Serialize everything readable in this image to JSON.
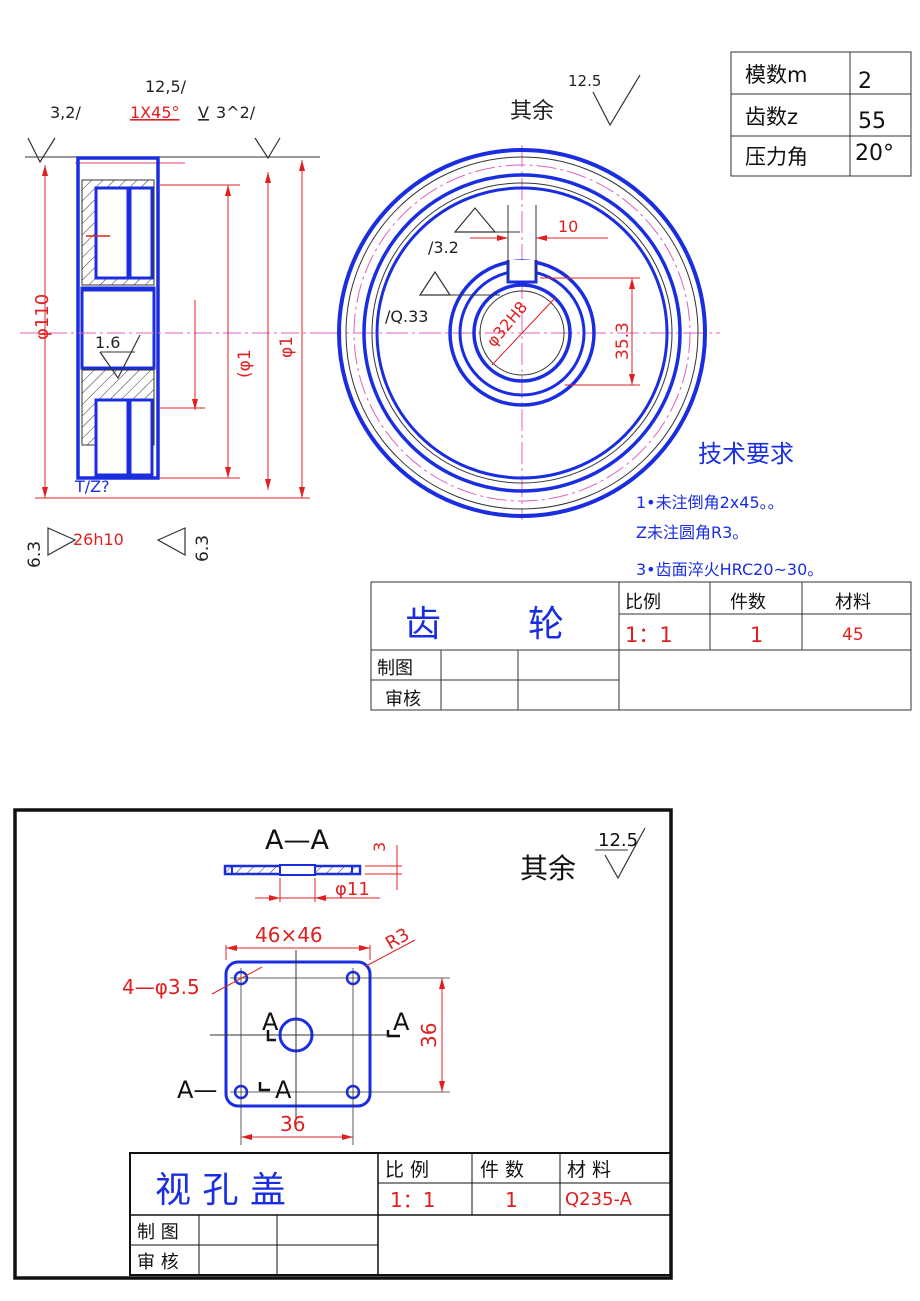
{
  "gear": {
    "roughness_top": {
      "r1": "12,5/",
      "r2": "3,2/",
      "chamfer": "1X45°",
      "v": "V",
      "r3": "3^2/"
    },
    "rest_label": "其余",
    "rest_value": "12.5",
    "params": [
      {
        "label": "模数m",
        "value": "2"
      },
      {
        "label": "齿数z",
        "value": "55"
      },
      {
        "label": "压力角",
        "value": "20°"
      }
    ],
    "side_dims": {
      "d110": "φ110",
      "d1a": "(φ1",
      "d1b": "φ1",
      "r16": "1.6",
      "tz": "T/Z?",
      "h26": "26h10",
      "r63a": "6.3",
      "r63b": "6.3"
    },
    "front_dims": {
      "r32": "/3.2",
      "q33": "/Q.33",
      "w10": "10",
      "bore": "φ32H8",
      "key": "35.3"
    },
    "tech_title": "技术要求",
    "tech_items": [
      "1•未注倒角2x45。。",
      "Z未注圆角R3。",
      "3•齿面淬火HRC20~30。"
    ],
    "title_block": {
      "name_left": "齿",
      "name_right": "轮",
      "headers": [
        "比例",
        "件数",
        "材料"
      ],
      "values": [
        "1：1",
        "1",
        "45"
      ],
      "drawn": "制图",
      "checked": "审核"
    }
  },
  "cover": {
    "section": "A—A",
    "thick": "3",
    "hole": "φ11",
    "size": "46×46",
    "radius": "R3",
    "holes": "4—φ3.5",
    "pitch_h": "36",
    "pitch_v": "36",
    "sec_a1": "A",
    "sec_a2": "A",
    "sec_a3": "A—",
    "sec_a4": "A",
    "rest_label": "其余",
    "rest_value": "12.5",
    "title_block": {
      "name": "视 孔 盖",
      "headers": [
        "比 例",
        "件 数",
        "材 料"
      ],
      "values": [
        "1：1",
        "1",
        "Q235-A"
      ],
      "drawn": "制 图",
      "checked": "审 核"
    }
  }
}
